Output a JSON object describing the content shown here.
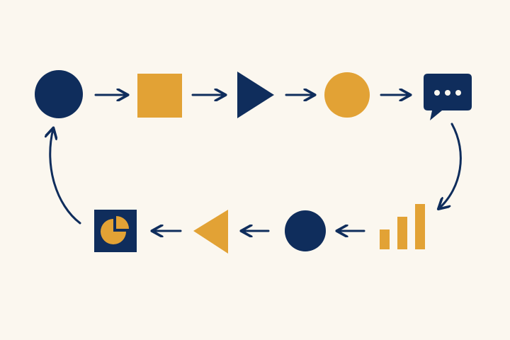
{
  "colors": {
    "background": "#fbf7ef",
    "navy": "#0f2d5c",
    "gold": "#e2a235",
    "arrow": "#0f2d5c"
  },
  "flow": {
    "direction": "clockwise-loop",
    "top_row": [
      {
        "shape": "circle",
        "color": "navy",
        "icon": "circle-icon"
      },
      {
        "shape": "square",
        "color": "gold",
        "icon": "square-icon"
      },
      {
        "shape": "triangle-right",
        "color": "navy",
        "icon": "play-triangle-icon"
      },
      {
        "shape": "circle",
        "color": "gold",
        "icon": "circle-icon"
      },
      {
        "shape": "chat-bubble",
        "color": "navy",
        "icon": "chat-bubble-icon"
      }
    ],
    "bottom_row": [
      {
        "shape": "bar-chart",
        "color": "gold",
        "icon": "bar-chart-icon"
      },
      {
        "shape": "circle",
        "color": "navy",
        "icon": "circle-icon"
      },
      {
        "shape": "triangle-left",
        "color": "gold",
        "icon": "triangle-left-icon"
      },
      {
        "shape": "pie-chart-square",
        "color": "navy",
        "icon": "pie-chart-icon"
      }
    ]
  }
}
